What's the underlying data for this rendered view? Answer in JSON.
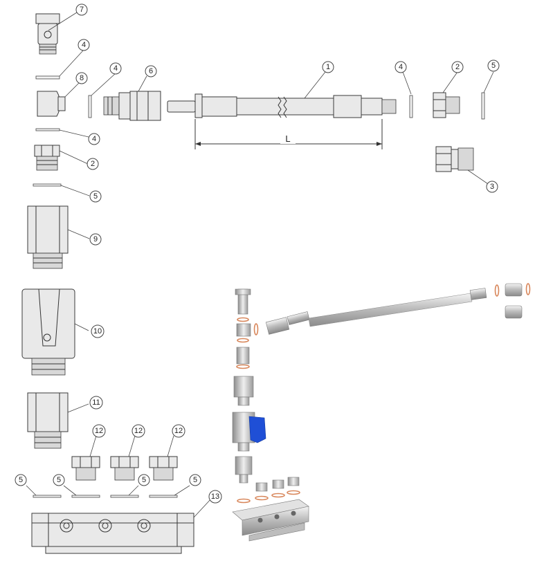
{
  "callouts": [
    {
      "label": "1"
    },
    {
      "label": "2"
    },
    {
      "label": "2"
    },
    {
      "label": "3"
    },
    {
      "label": "4"
    },
    {
      "label": "4"
    },
    {
      "label": "4"
    },
    {
      "label": "4"
    },
    {
      "label": "5"
    },
    {
      "label": "5"
    },
    {
      "label": "5"
    },
    {
      "label": "5"
    },
    {
      "label": "5"
    },
    {
      "label": "5"
    },
    {
      "label": "5"
    },
    {
      "label": "6"
    },
    {
      "label": "7"
    },
    {
      "label": "8"
    },
    {
      "label": "9"
    },
    {
      "label": "10"
    },
    {
      "label": "11"
    },
    {
      "label": "12"
    },
    {
      "label": "12"
    },
    {
      "label": "12"
    },
    {
      "label": "13"
    }
  ],
  "dimension": {
    "label": "L"
  },
  "colors": {
    "handle_blue": "#1f4fd6",
    "washer_copper": "#d8865a"
  }
}
